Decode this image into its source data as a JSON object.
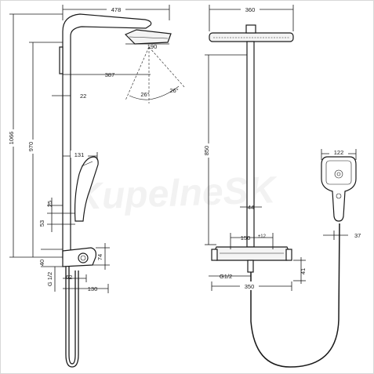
{
  "watermark": "KupelneSK",
  "left_view": {
    "width_total": "478",
    "head_angle": "190",
    "arm_length": "387",
    "wall_offset": "22",
    "spray_angle_1": "26°",
    "spray_angle_2": "26°",
    "height_total": "1066",
    "height_arm": "970",
    "handshower_offset": "131",
    "holder_dim_1": "25",
    "holder_dim_2": "53",
    "base_height": "40",
    "thermostat_depth": "74",
    "inlet_label": "G 1/2",
    "inlet_offset": "62",
    "base_depth": "130"
  },
  "right_view": {
    "head_width": "360",
    "vertical_length": "850",
    "handshower_width": "122",
    "pipe_width": "44",
    "inlet_spacing": "150",
    "inlet_tolerance": "±12",
    "hose_clearance": "37",
    "inlet_label": "G1/2",
    "inlet_height": "41",
    "thermostat_width": "350"
  }
}
